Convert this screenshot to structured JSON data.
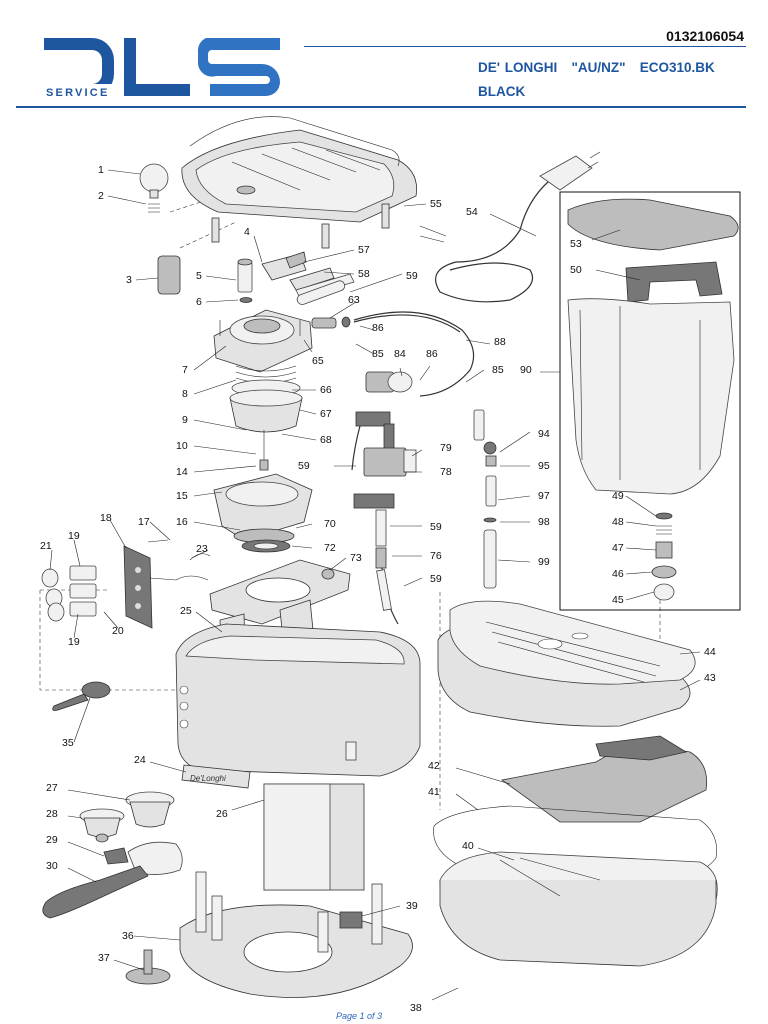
{
  "header": {
    "logo_text": "SERVICE",
    "document_number": "0132106054",
    "model_line": "DE' LONGHI   \"AU/NZ\"   ECO310.BK",
    "color_line": "BLACK"
  },
  "diagram": {
    "brand_badge": "De'Longhi",
    "callouts": [
      {
        "id": "1",
        "label": "1"
      },
      {
        "id": "2",
        "label": "2"
      },
      {
        "id": "3",
        "label": "3"
      },
      {
        "id": "4",
        "label": "4"
      },
      {
        "id": "5",
        "label": "5"
      },
      {
        "id": "6",
        "label": "6"
      },
      {
        "id": "7",
        "label": "7"
      },
      {
        "id": "8",
        "label": "8"
      },
      {
        "id": "9",
        "label": "9"
      },
      {
        "id": "10",
        "label": "10"
      },
      {
        "id": "14",
        "label": "14"
      },
      {
        "id": "15",
        "label": "15"
      },
      {
        "id": "16",
        "label": "16"
      },
      {
        "id": "17",
        "label": "17"
      },
      {
        "id": "18",
        "label": "18"
      },
      {
        "id": "19a",
        "label": "19"
      },
      {
        "id": "19b",
        "label": "19"
      },
      {
        "id": "20",
        "label": "20"
      },
      {
        "id": "21",
        "label": "21"
      },
      {
        "id": "23",
        "label": "23"
      },
      {
        "id": "24",
        "label": "24"
      },
      {
        "id": "25",
        "label": "25"
      },
      {
        "id": "26",
        "label": "26"
      },
      {
        "id": "27",
        "label": "27"
      },
      {
        "id": "28",
        "label": "28"
      },
      {
        "id": "29",
        "label": "29"
      },
      {
        "id": "30",
        "label": "30"
      },
      {
        "id": "35",
        "label": "35"
      },
      {
        "id": "36",
        "label": "36"
      },
      {
        "id": "37",
        "label": "37"
      },
      {
        "id": "38",
        "label": "38"
      },
      {
        "id": "39",
        "label": "39"
      },
      {
        "id": "40",
        "label": "40"
      },
      {
        "id": "41",
        "label": "41"
      },
      {
        "id": "42",
        "label": "42"
      },
      {
        "id": "43",
        "label": "43"
      },
      {
        "id": "44",
        "label": "44"
      },
      {
        "id": "45",
        "label": "45"
      },
      {
        "id": "46",
        "label": "46"
      },
      {
        "id": "47",
        "label": "47"
      },
      {
        "id": "48",
        "label": "48"
      },
      {
        "id": "49",
        "label": "49"
      },
      {
        "id": "50",
        "label": "50"
      },
      {
        "id": "53",
        "label": "53"
      },
      {
        "id": "54",
        "label": "54"
      },
      {
        "id": "55",
        "label": "55"
      },
      {
        "id": "57",
        "label": "57"
      },
      {
        "id": "58",
        "label": "58"
      },
      {
        "id": "59a",
        "label": "59"
      },
      {
        "id": "59b",
        "label": "59"
      },
      {
        "id": "59c",
        "label": "59"
      },
      {
        "id": "59d",
        "label": "59"
      },
      {
        "id": "63",
        "label": "63"
      },
      {
        "id": "65",
        "label": "65"
      },
      {
        "id": "66",
        "label": "66"
      },
      {
        "id": "67",
        "label": "67"
      },
      {
        "id": "68",
        "label": "68"
      },
      {
        "id": "70",
        "label": "70"
      },
      {
        "id": "72",
        "label": "72"
      },
      {
        "id": "73",
        "label": "73"
      },
      {
        "id": "76",
        "label": "76"
      },
      {
        "id": "78",
        "label": "78"
      },
      {
        "id": "79",
        "label": "79"
      },
      {
        "id": "84",
        "label": "84"
      },
      {
        "id": "85a",
        "label": "85"
      },
      {
        "id": "85b",
        "label": "85"
      },
      {
        "id": "86a",
        "label": "86"
      },
      {
        "id": "86b",
        "label": "86"
      },
      {
        "id": "88",
        "label": "88"
      },
      {
        "id": "90",
        "label": "90"
      },
      {
        "id": "94",
        "label": "94"
      },
      {
        "id": "95",
        "label": "95"
      },
      {
        "id": "97",
        "label": "97"
      },
      {
        "id": "98",
        "label": "98"
      },
      {
        "id": "99",
        "label": "99"
      }
    ]
  },
  "footer": {
    "page_label": "Page 1 of 3"
  },
  "colors": {
    "brand_blue": "#1f56a0",
    "logo_blue": "#2f73c2",
    "page_link_blue": "#2a64b8"
  }
}
